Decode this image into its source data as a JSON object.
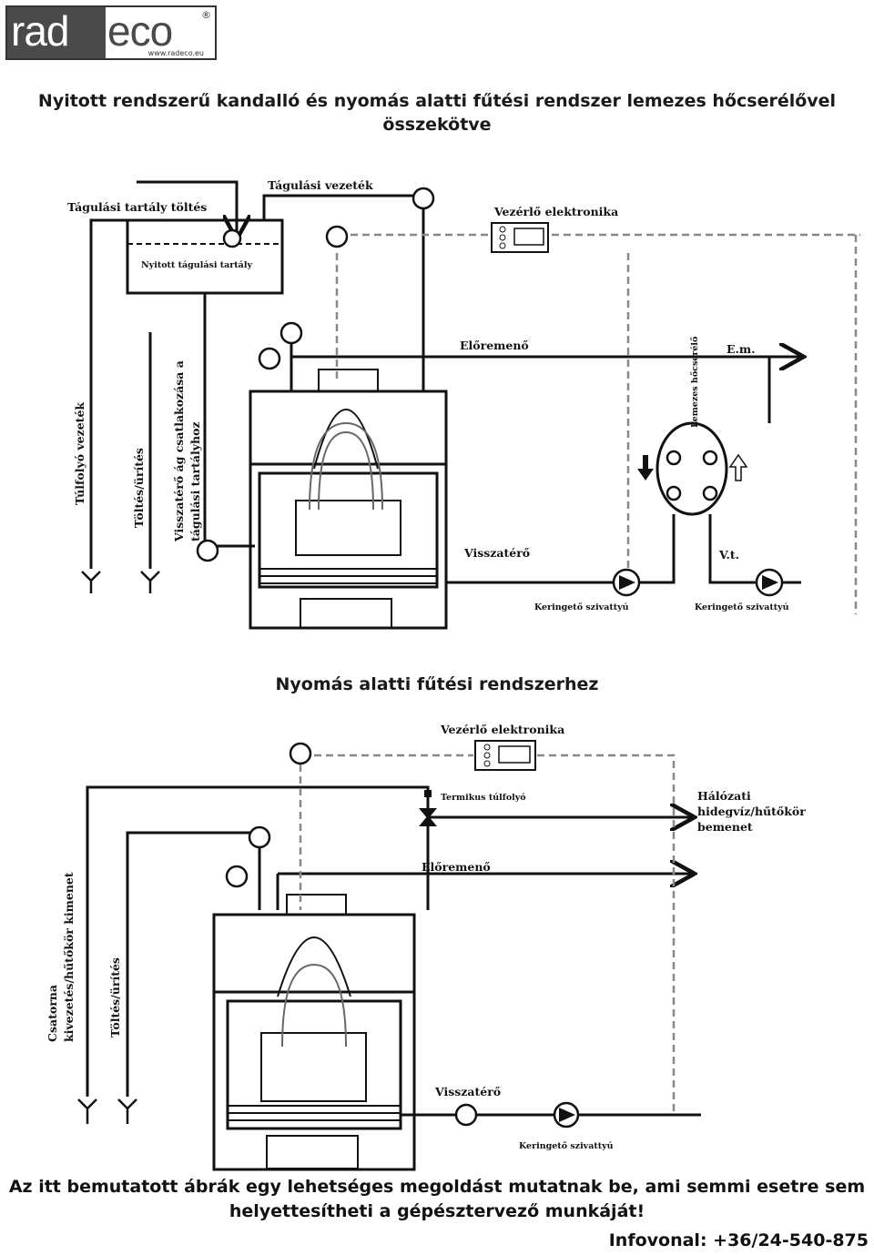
{
  "logo": {
    "brand_rad": "rad",
    "brand_eco": "eco",
    "registered": "®",
    "url": "www.radeco.eu"
  },
  "title": "Nyitott rendszerű kandalló és nyomás alatti fűtési rendszer lemezes hőcserélővel összekötve",
  "diagram1": {
    "labels": {
      "expansion_tank_fill": "Tágulási tartály töltés",
      "expansion_pipe": "Tágulási vezeték",
      "controller": "Vezérlő elektronika",
      "open_expansion_tank": "Nyitott tágulási tartály",
      "overflow_pipe": "Túlfolyó vezeték",
      "fill_drain": "Töltés/ürítés",
      "return_branch_1": "Visszatérő ág csatlakozása a",
      "return_branch_2": "tágulási tartályhoz",
      "flow": "Előremenő",
      "plate_exchanger": "Lemezes hőcserélő",
      "em": "E.m.",
      "return": "Visszatérő",
      "vt": "V.t.",
      "pump_left": "Keringető szivattyú",
      "pump_right": "Keringető szivattyú"
    }
  },
  "subtitle": "Nyomás alatti fűtési rendszerhez",
  "diagram2": {
    "labels": {
      "controller": "Vezérlő elektronika",
      "thermal_overflow": "Termikus túlfolyó",
      "mains_1": "Hálózati",
      "mains_2": "hidegvíz/hűtőkör",
      "mains_3": "bemenet",
      "drain_1": "Csatorna",
      "drain_2": "kivezetés/hűtőkör kimenet",
      "fill_drain": "Töltés/ürítés",
      "flow": "Előremenő",
      "return": "Visszatérő",
      "pump": "Keringető szivattyú"
    }
  },
  "disclaimer_line1": "Az itt bemutatott ábrák egy lehetséges megoldást mutatnak be, ami semmi esetre sem",
  "disclaimer_line2": "helyettesítheti a gépésztervező munkáját!",
  "phone": "Infovonal: +36/24-540-875"
}
